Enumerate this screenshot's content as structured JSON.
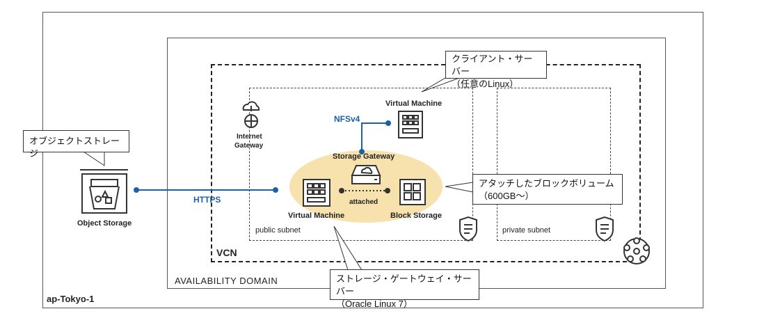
{
  "region": {
    "label": "ap-Tokyo-1"
  },
  "ad": {
    "label": "AVAILABILITY DOMAIN"
  },
  "vcn": {
    "label": "VCN"
  },
  "public_subnet": {
    "label": "public subnet"
  },
  "private_subnet": {
    "label": "private subnet"
  },
  "object_storage": {
    "label": "Object Storage"
  },
  "internet_gateway": {
    "label_line1": "Internet",
    "label_line2": "Gateway"
  },
  "client_vm": {
    "label": "Virtual Machine"
  },
  "storage_gateway": {
    "label": "Storage Gateway"
  },
  "gateway_vm": {
    "label": "Virtual Machine"
  },
  "block_storage": {
    "label": "Block Storage"
  },
  "links": {
    "https": "HTTPS",
    "nfs": "NFSv4",
    "attached": "attached"
  },
  "callouts": {
    "object_storage": "オブジェクトストレージ",
    "client_line1": "クライアント・サーバー",
    "client_line2": "（任意のLinux）",
    "block_line1": "アタッチしたブロックボリューム",
    "block_line2": "（600GB～）",
    "gateway_line1": "ストレージ・ゲートウェイ・サーバー",
    "gateway_line2": "（Oracle Linux 7）"
  },
  "colors": {
    "link": "#1f5fa8",
    "highlight": "#f7e2ad",
    "icon": "#333333"
  }
}
